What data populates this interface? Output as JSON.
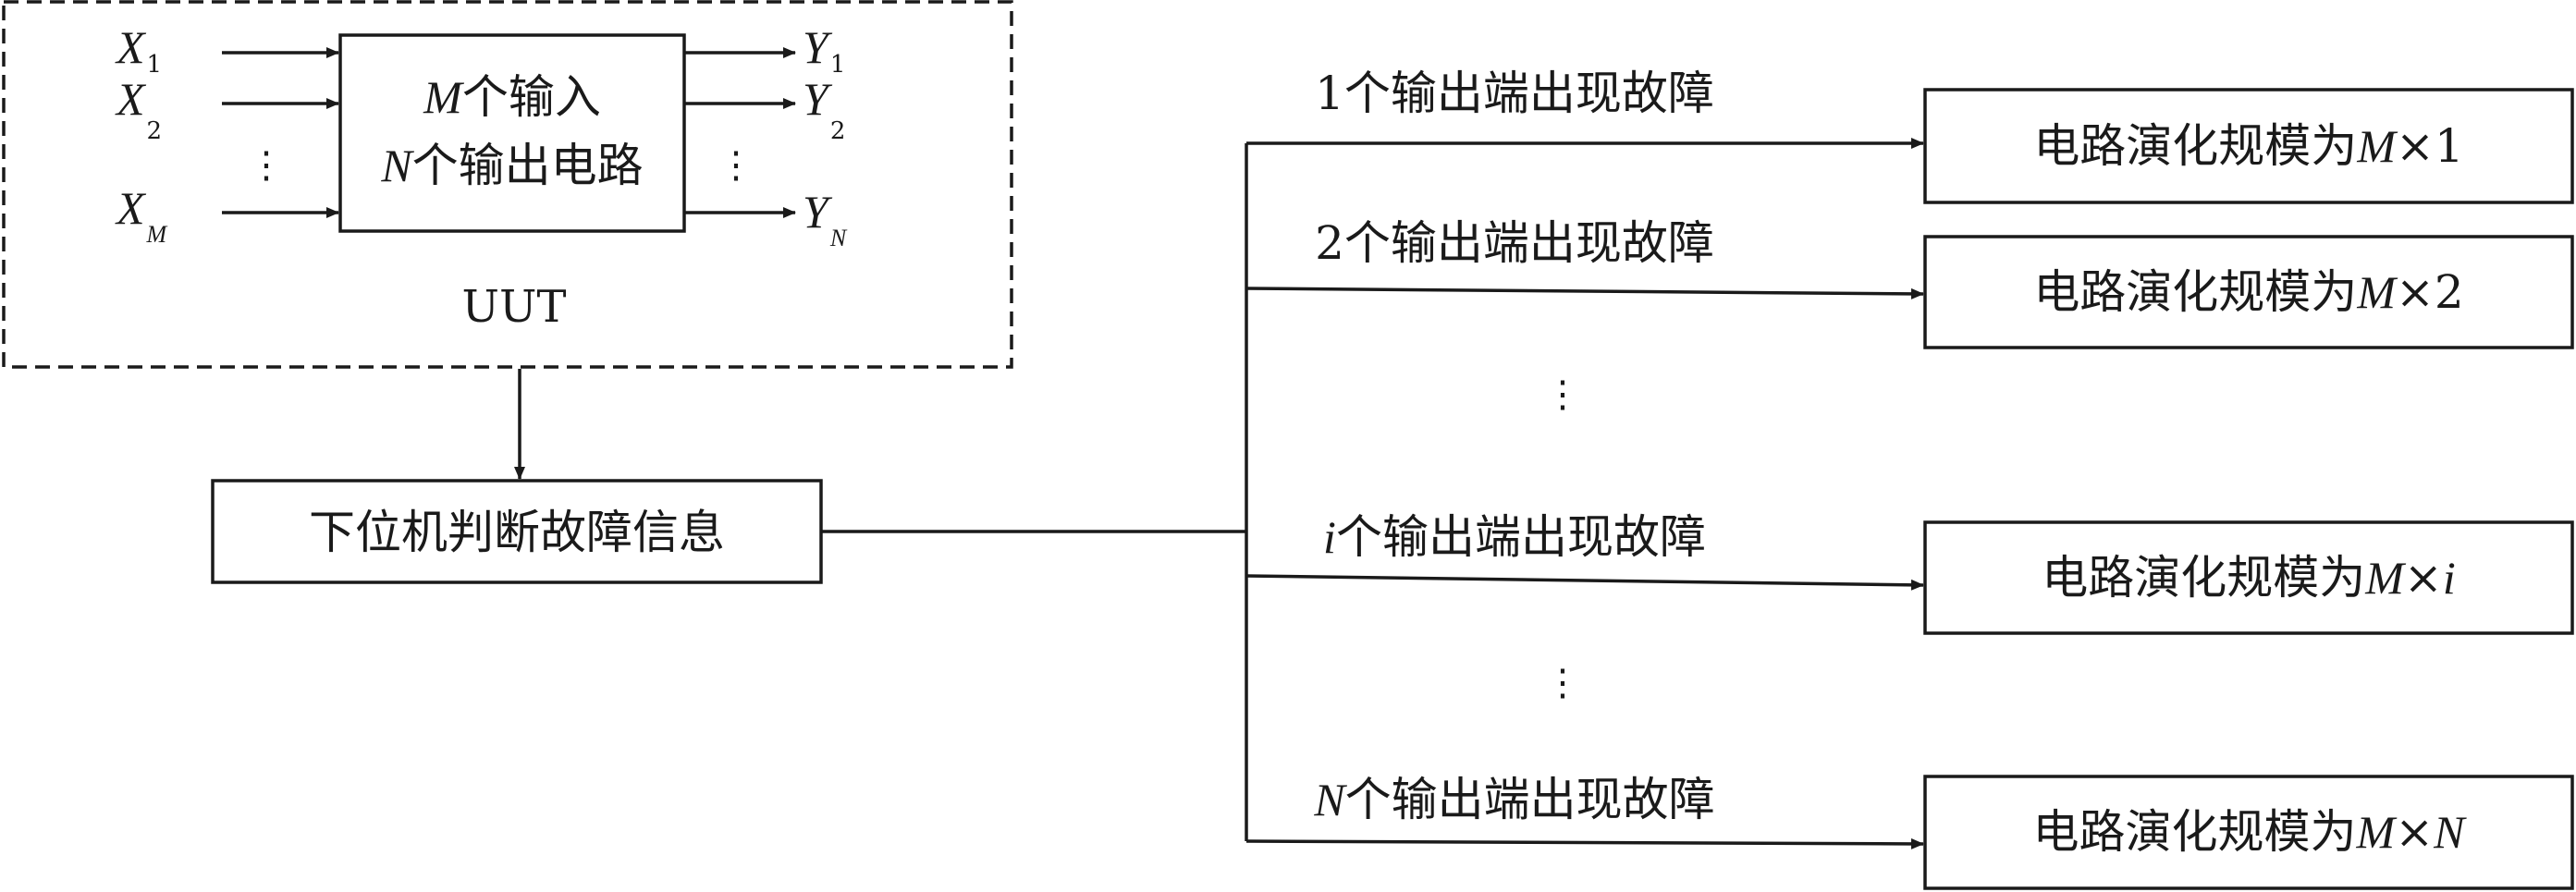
{
  "uut": {
    "label": "UUT",
    "circuit_line1_var": "M",
    "circuit_line1_text": "个输入",
    "circuit_line2_var": "N",
    "circuit_line2_text": "个输出电路",
    "inputs": [
      {
        "var": "X",
        "sub": "1"
      },
      {
        "var": "X",
        "sub": "2"
      },
      {
        "var": "X",
        "sub": "M"
      }
    ],
    "outputs": [
      {
        "var": "Y",
        "sub": "1"
      },
      {
        "var": "Y",
        "sub": "2"
      },
      {
        "var": "Y",
        "sub": "N"
      }
    ],
    "ellipsis": "⋮"
  },
  "lower_machine": {
    "label": "下位机判断故障信息"
  },
  "branches": [
    {
      "count": "1",
      "count_italic": false,
      "condition": "个输出端出现故障",
      "result_text": "电路演化规模为",
      "result_m": "M",
      "result_times": "×",
      "result_n": "1",
      "result_n_italic": false
    },
    {
      "count": "2",
      "count_italic": false,
      "condition": "个输出端出现故障",
      "result_text": "电路演化规模为",
      "result_m": "M",
      "result_times": "×",
      "result_n": "2",
      "result_n_italic": false
    },
    {
      "count": "i",
      "count_italic": true,
      "condition": "个输出端出现故障",
      "result_text": "电路演化规模为",
      "result_m": "M",
      "result_times": "×",
      "result_n": "i",
      "result_n_italic": true
    },
    {
      "count": "N",
      "count_italic": true,
      "condition": "个输出端出现故障",
      "result_text": "电路演化规模为",
      "result_m": "M",
      "result_times": "×",
      "result_n": "N",
      "result_n_italic": true
    }
  ],
  "branch_ellipsis": "⋮"
}
